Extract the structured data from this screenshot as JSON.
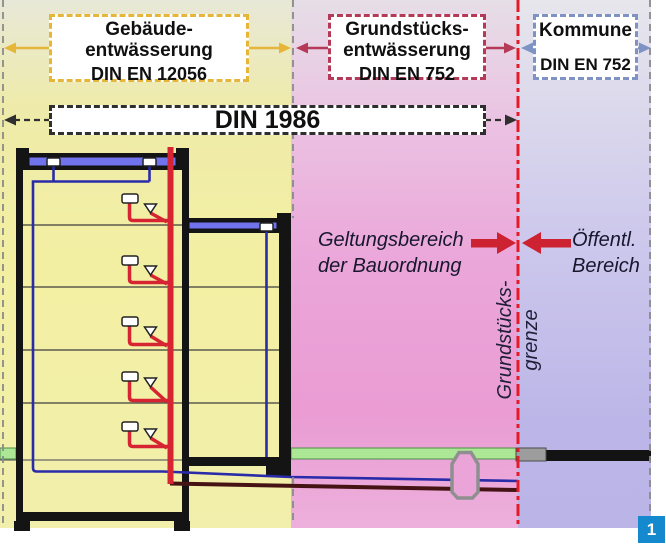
{
  "figure": {
    "badge_number": "1"
  },
  "header": {
    "building_box": {
      "line1": "Gebäude-",
      "line2": "entwässerung",
      "standard": "DIN EN 12056"
    },
    "property_box": {
      "line1": "Grundstücks-",
      "line2": "entwässerung",
      "standard": "DIN EN 752"
    },
    "municipality_box": {
      "title": "Kommune",
      "standard": "DIN EN 752"
    },
    "din1986_box": {
      "label": "DIN 1986"
    }
  },
  "labels": {
    "scope": {
      "line1": "Geltungsbereich",
      "line2": "der Bauordnung"
    },
    "public_area": {
      "line1": "Öffentl.",
      "line2": "Bereich"
    },
    "property_boundary": {
      "line1": "Grundstücks-",
      "line2": "grenze"
    }
  },
  "colors": {
    "zone_building": "#f3efa2",
    "zone_property": "#eba6d9",
    "zone_municipality": "#bab4e7",
    "building_box_border": "#e6b63a",
    "property_box_border": "#b43a58",
    "municipality_box_border": "#7e92c4",
    "din_box_border": "#2f2f2f",
    "property_boundary_line": "#e51a28",
    "zone_divider_line": "#8a8a8a",
    "red_arrow": "#cc2231",
    "waste_pipe": "#d62433",
    "rain_pipe": "#2a2ba8",
    "roof_band": "#7173ed",
    "ground_strip": "#abe794",
    "public_sewer": "#131313",
    "manhole_outline": "#8f8f8f",
    "badge_background": "#1489cd"
  }
}
